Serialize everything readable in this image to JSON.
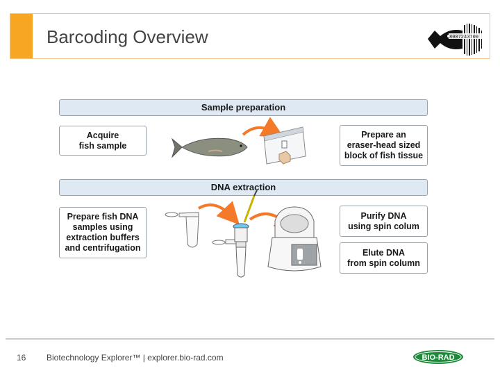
{
  "header": {
    "title": "Barcoding Overview",
    "accent_color": "#f6a623",
    "logo_icon": "fish-barcode-logo-icon",
    "logo_digits": "8007243700"
  },
  "diagram": {
    "sections": [
      {
        "label": "Sample preparation",
        "left_box": "Acquire\nfish sample",
        "right_box": "Prepare an\neraser-head sized\nblock of fish tissue"
      },
      {
        "label": "DNA extraction",
        "left_box": "Prepare fish DNA\nsamples using\nextraction buffers\nand centrifugation",
        "right_box_1": "Purify DNA\nusing spin colum",
        "right_box_2": "Elute DNA\nfrom spin column"
      }
    ],
    "arrow_color": "#f47a2a",
    "band_color": "#dfe9f3"
  },
  "footer": {
    "page_number": "16",
    "text": "Biotechnology Explorer™ |   explorer.bio-rad.com",
    "brand_logo": "BIO-RAD",
    "brand_color": "#1f8a3c"
  }
}
